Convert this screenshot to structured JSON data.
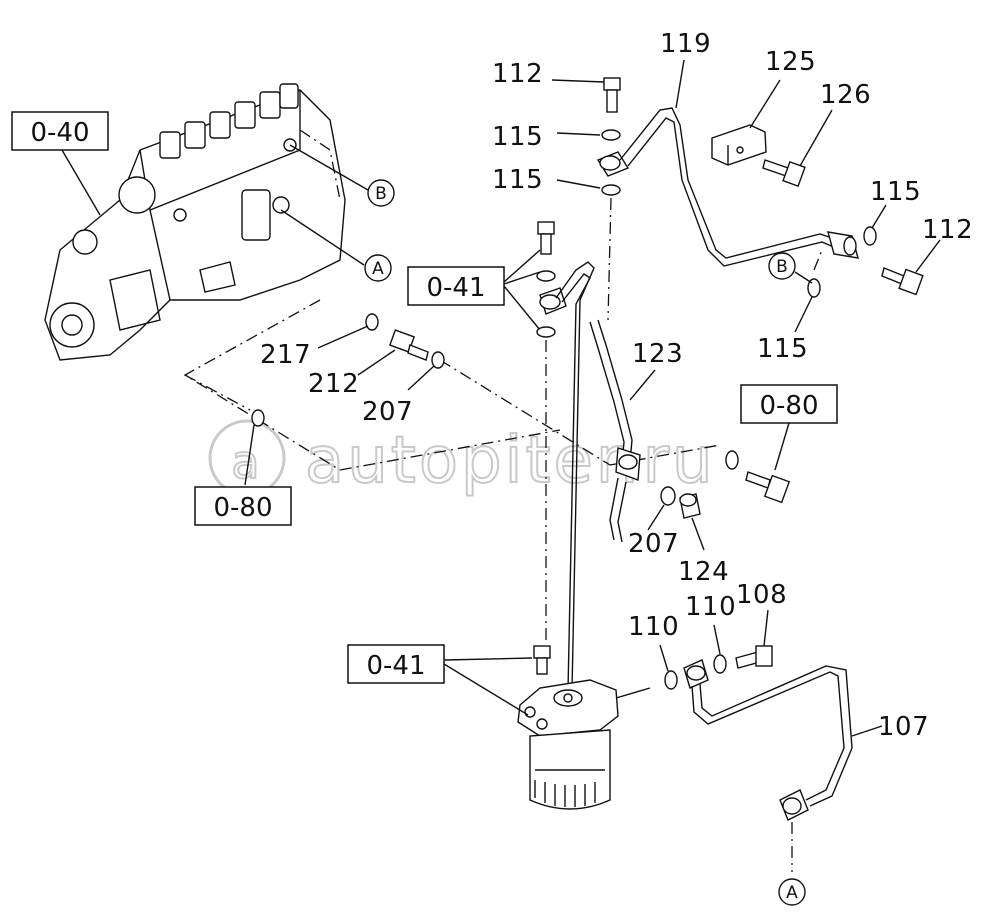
{
  "watermark": "autopiter.ru",
  "ref_boxes": [
    {
      "id": "b040",
      "text": "0-40"
    },
    {
      "id": "b041a",
      "text": "0-41"
    },
    {
      "id": "b041b",
      "text": "0-41"
    },
    {
      "id": "b080a",
      "text": "0-80"
    },
    {
      "id": "b080b",
      "text": "0-80"
    }
  ],
  "callouts": {
    "c112a": "112",
    "c115a": "115",
    "c115b": "115",
    "c119": "119",
    "c125": "125",
    "c126": "126",
    "c115c": "115",
    "c112b": "112",
    "c115d": "115",
    "c123": "123",
    "c217": "217",
    "c212": "212",
    "c207a": "207",
    "c207b": "207",
    "c124": "124",
    "c110a": "110",
    "c110b": "110",
    "c108": "108",
    "c107": "107"
  },
  "circle_refs": {
    "rA1": "A",
    "rB1": "B",
    "rB2": "B",
    "rA2": "A"
  }
}
